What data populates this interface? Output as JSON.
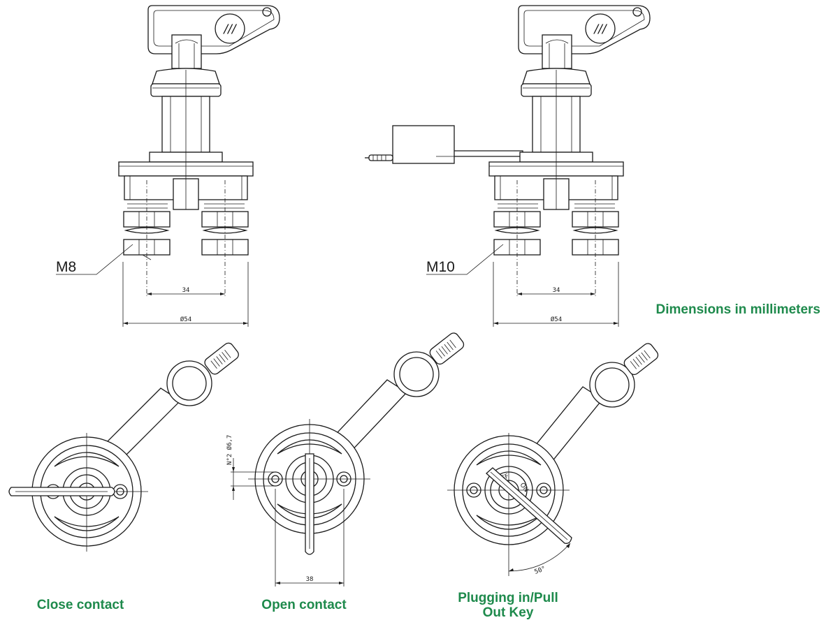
{
  "labels": {
    "thread_left": "M8",
    "thread_right": "M10",
    "dimensions_note": "Dimensions in millimeters"
  },
  "dimensions": {
    "left_spacing": "34",
    "left_diameter": "Ø54",
    "right_spacing": "34",
    "right_diameter": "Ø54",
    "hole_label": "N°2 Ø6,7",
    "hole_spacing": "38",
    "rotation_angle": "50°"
  },
  "captions": {
    "close": "Close contact",
    "open": "Open contact",
    "plugging": "Plugging in/Pull Out Key"
  },
  "colors": {
    "caption": "#1e8a4c",
    "line": "#1a1a1a"
  }
}
